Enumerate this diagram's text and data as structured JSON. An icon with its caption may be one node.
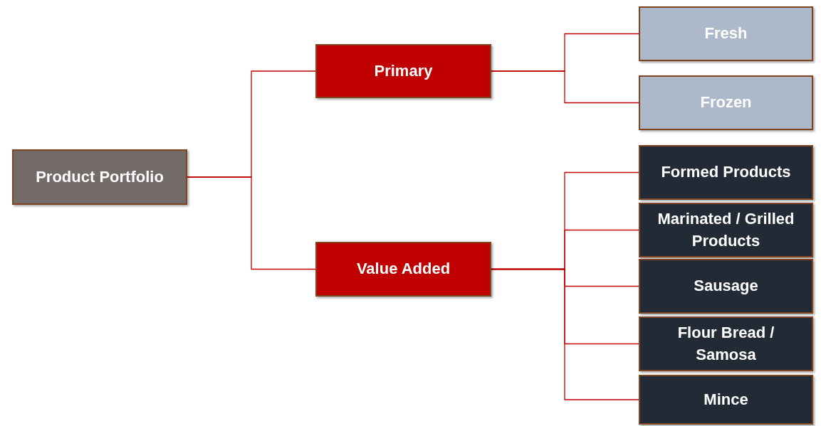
{
  "diagram": {
    "nodes": [
      {
        "text": [
          "Product Portfolio"
        ]
      },
      {
        "text": [
          "Primary"
        ]
      },
      {
        "text": [
          "Value Added"
        ]
      },
      {
        "text": [
          "Fresh"
        ]
      },
      {
        "text": [
          "Frozen"
        ]
      },
      {
        "text": [
          "Formed Products"
        ]
      },
      {
        "text": [
          "Marinated / Grilled Products"
        ]
      },
      {
        "text": [
          "Sausage"
        ]
      },
      {
        "text": [
          "Flour Bread / Samosa"
        ]
      },
      {
        "text": [
          "Mince"
        ]
      }
    ],
    "edges": [
      {
        "from": 0,
        "to": 1,
        "arrow": "none"
      },
      {
        "from": 0,
        "to": 2,
        "arrow": "none"
      },
      {
        "from": 1,
        "to": 3,
        "arrow": "none"
      },
      {
        "from": 1,
        "to": 4,
        "arrow": "none"
      },
      {
        "from": 2,
        "to": 5,
        "arrow": "none"
      },
      {
        "from": 2,
        "to": 6,
        "arrow": "none"
      },
      {
        "from": 2,
        "to": 7,
        "arrow": "none"
      },
      {
        "from": 2,
        "to": 8,
        "arrow": "none"
      },
      {
        "from": 2,
        "to": 9,
        "arrow": "none"
      }
    ]
  }
}
